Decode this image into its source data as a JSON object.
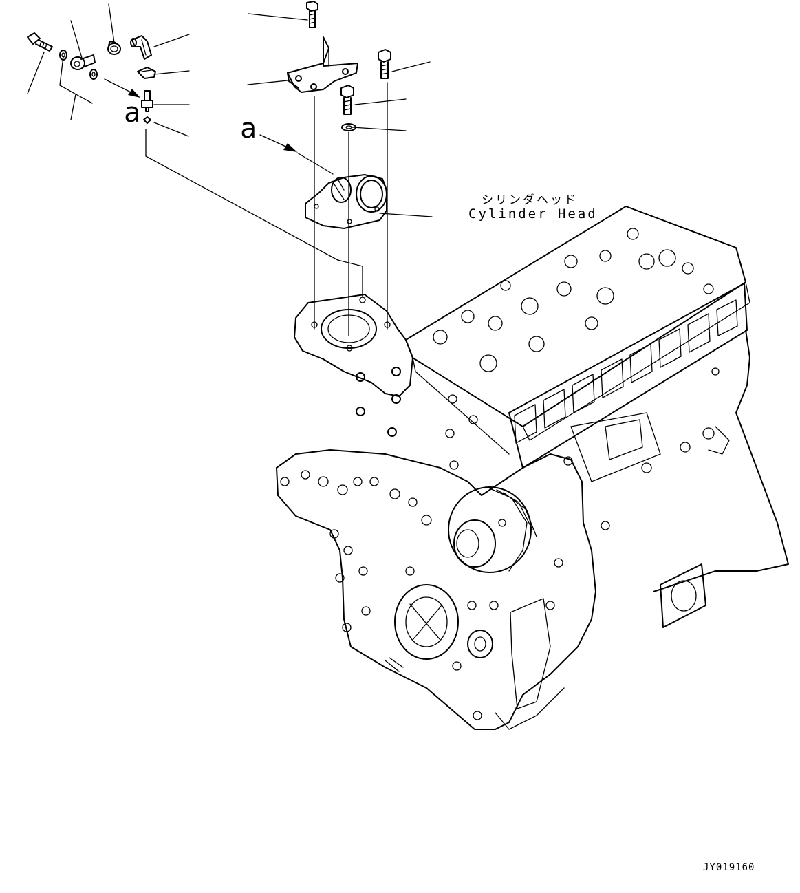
{
  "labels": {
    "component_jp": "シリンダヘッド",
    "component_en": "Cylinder Head",
    "view_marker_1": "a",
    "view_marker_2": "a",
    "drawing_id": "JY019160"
  }
}
